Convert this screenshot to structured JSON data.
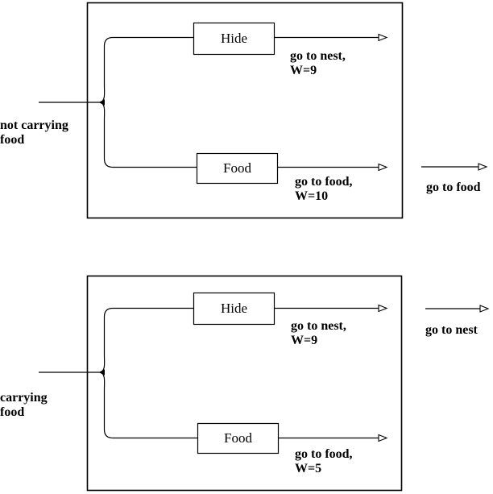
{
  "colors": {
    "ink": "#000000",
    "paper": "#ffffff"
  },
  "diagrams": [
    {
      "state": {
        "line1": "not carrying",
        "line2": "food"
      },
      "nodes": {
        "hide": {
          "label": "Hide",
          "action": {
            "line1": "go to nest,",
            "line2": "W=9"
          }
        },
        "food": {
          "label": "Food",
          "action": {
            "line1": "go to food,",
            "line2": "W=10"
          }
        }
      },
      "output": {
        "label": "go to food"
      }
    },
    {
      "state": {
        "line1": "carrying",
        "line2": "food"
      },
      "nodes": {
        "hide": {
          "label": "Hide",
          "action": {
            "line1": "go to nest,",
            "line2": "W=9"
          }
        },
        "food": {
          "label": "Food",
          "action": {
            "line1": "go to food,",
            "line2": "W=5"
          }
        }
      },
      "output": {
        "label": "go to nest"
      }
    }
  ]
}
